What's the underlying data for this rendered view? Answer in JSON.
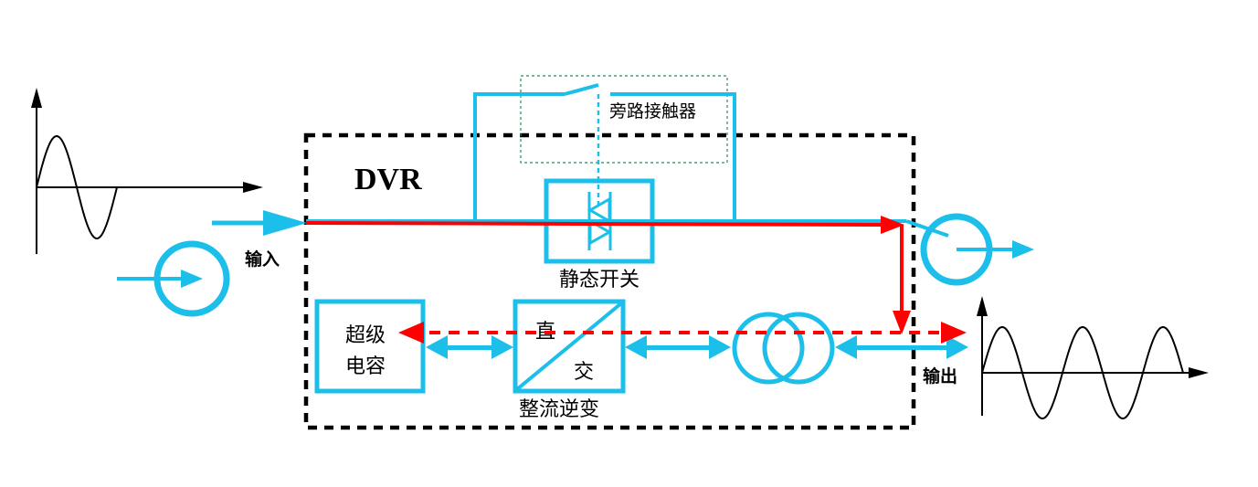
{
  "labels": {
    "dvr": "DVR",
    "bypass_contactor": "旁路接触器",
    "static_switch": "静态开关",
    "input": "输入",
    "output": "输出",
    "supercap_line1": "超级",
    "supercap_line2": "电容",
    "converter_dc": "直",
    "converter_ac": "交",
    "rectifier_inverter": "整流逆变"
  },
  "colors": {
    "line": "#1bbfe9",
    "fault_path": "#ff0000",
    "dvr_boundary": "#000000",
    "bypass_boundary": "#2e8b57",
    "waveform": "#000000"
  },
  "icons": {
    "static_switch": "thyristor-pair-icon",
    "transformer": "transformer-icon",
    "converter": "ac-dc-converter-icon",
    "source": "current-source-icon",
    "load": "current-source-icon"
  }
}
